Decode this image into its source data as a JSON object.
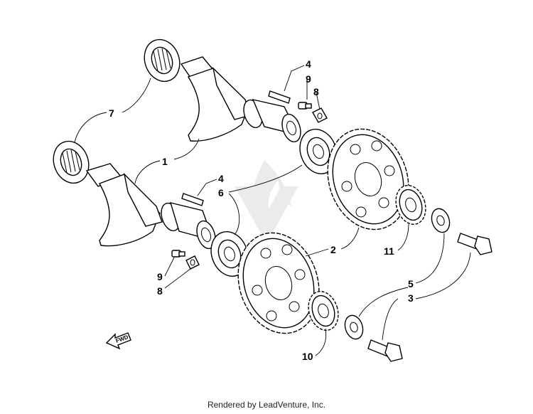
{
  "callouts": {
    "c7": "7",
    "c1": "1",
    "c4a": "4",
    "c9a": "9",
    "c8a": "8",
    "c4b": "4",
    "c6": "6",
    "c9b": "9",
    "c8b": "8",
    "c2": "2",
    "c11": "11",
    "c5": "5",
    "c3": "3",
    "c10": "10"
  },
  "fwd_label": "FWD",
  "footer": "Rendered by LeadVenture, Inc."
}
